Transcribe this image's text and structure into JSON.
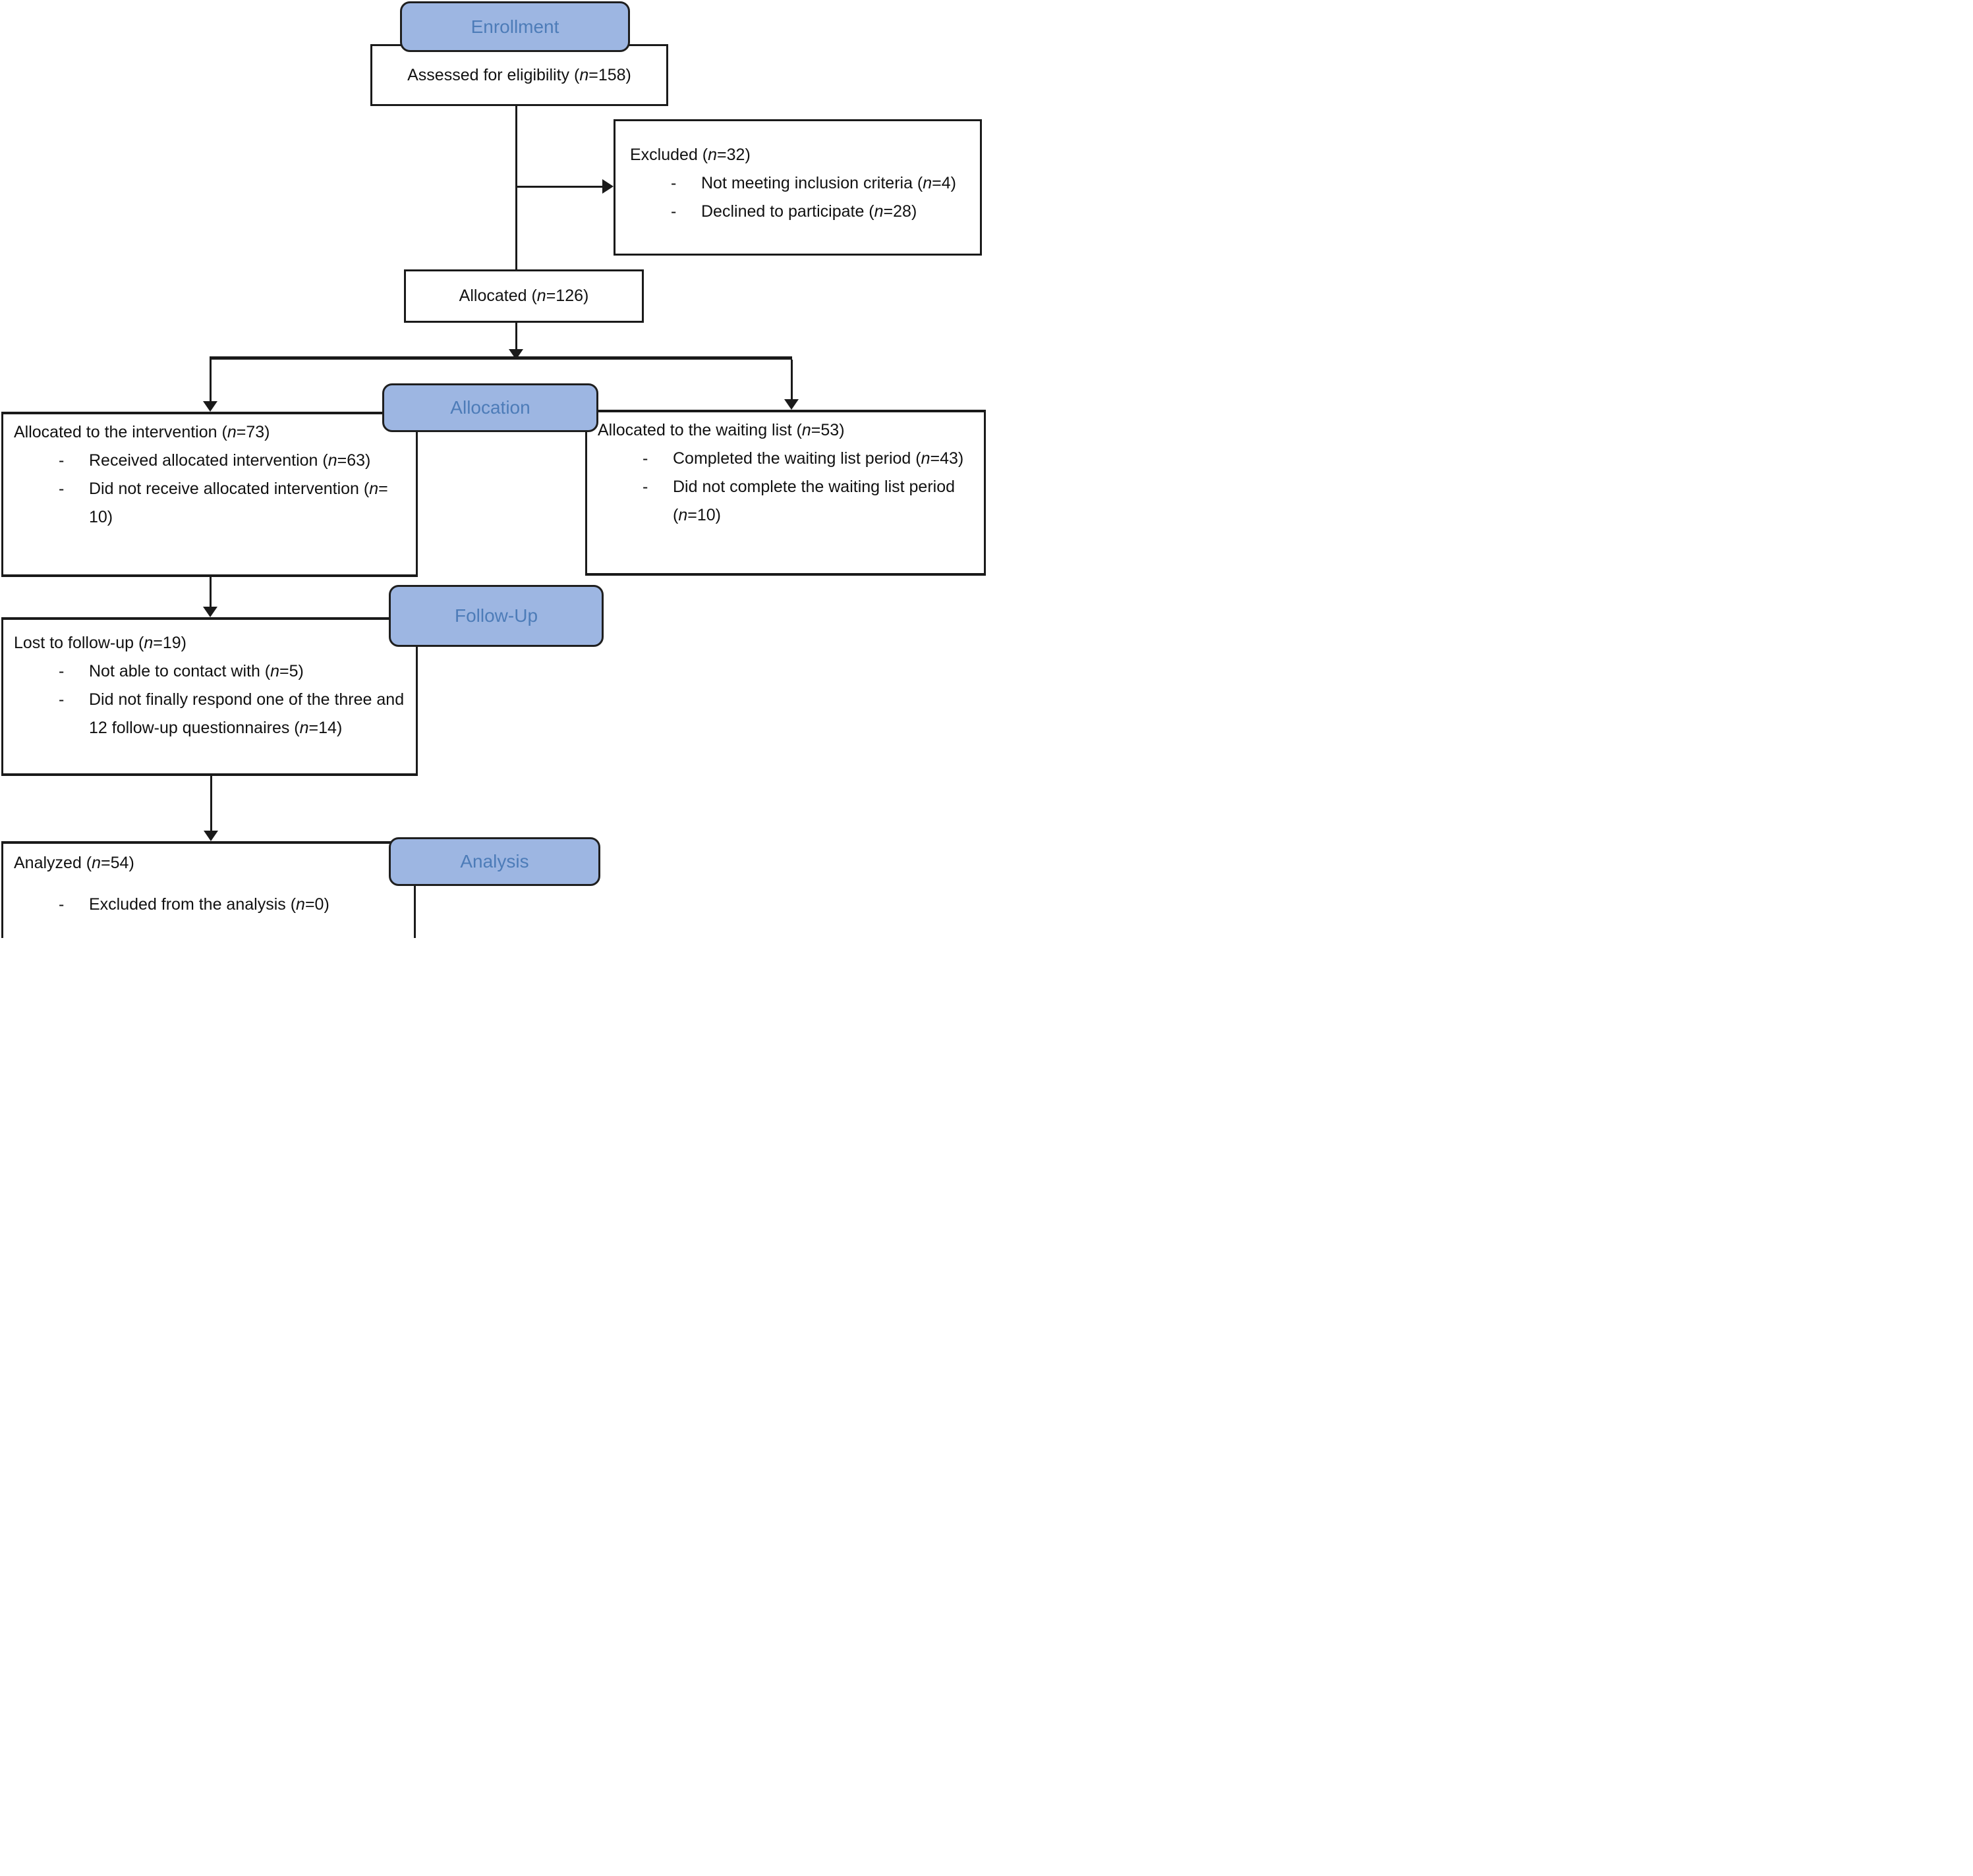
{
  "stage_labels": {
    "enrollment": "Enrollment",
    "allocation": "Allocation",
    "followup": "Follow-Up",
    "analysis": "Analysis"
  },
  "bullet_char": "-",
  "boxes": {
    "assessed": {
      "text": "Assessed for eligibility (n=158)"
    },
    "excluded": {
      "title": "Excluded (n=32)",
      "items": [
        "Not meeting inclusion criteria (n=4)",
        "Declined to participate (n=28)"
      ]
    },
    "allocated": {
      "text": "Allocated (n=126)"
    },
    "intervention": {
      "title": "Allocated to the intervention (n=73)",
      "items": [
        "Received allocated intervention (n=63)",
        "Did not receive allocated intervention (n= 10)"
      ]
    },
    "waiting_list": {
      "title": "Allocated to the waiting list  (n=53)",
      "items": [
        "Completed the waiting list period (n=43)",
        "Did not complete the waiting list period  (n=10)"
      ]
    },
    "lost_followup": {
      "title": "Lost to follow-up (n=19)",
      "items": [
        "Not able to contact with (n=5)",
        "Did not finally respond one of the three and 12 follow-up questionnaires (n=14)"
      ]
    },
    "analyzed": {
      "title": "Analyzed (n=54)",
      "items": [
        "Excluded from the analysis (n=0)"
      ]
    }
  },
  "colors": {
    "stage_fill": "#9db6e2",
    "stage_text": "#4d7cb8",
    "line": "#1a1a1a"
  }
}
